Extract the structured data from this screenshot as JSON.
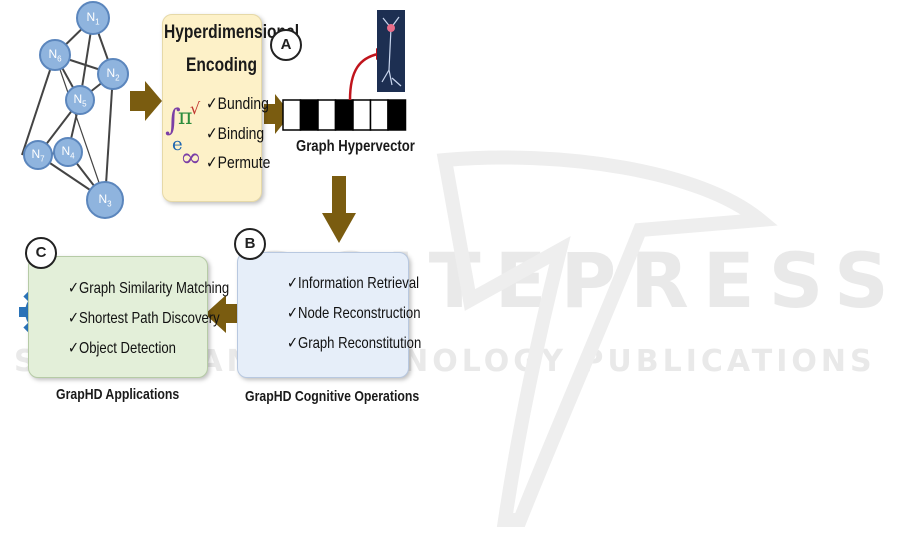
{
  "watermark": {
    "line1": "SCITEPRESS",
    "line2": "SCIENCE AND TECHNOLOGY PUBLICATIONS"
  },
  "graph": {
    "nodes": [
      "N1",
      "N2",
      "N3",
      "N4",
      "N5",
      "N6",
      "N7"
    ]
  },
  "encoding": {
    "title_line1": "Hyperdimensional",
    "title_line2": "Encoding",
    "items": [
      "✓Bunding",
      "✓Binding",
      "✓Permute"
    ]
  },
  "hypervector": {
    "label": "Graph Hypervector",
    "cells": [
      0,
      1,
      0,
      1,
      0,
      0,
      1
    ]
  },
  "cognitive": {
    "marker": "B",
    "items": [
      "✓Information Retrieval",
      "✓Node Reconstruction",
      "✓Graph Reconstitution"
    ],
    "caption": "GrapHD Cognitive Operations"
  },
  "applications": {
    "marker": "C",
    "items": [
      "✓Graph Similarity Matching",
      "✓Shortest Path Discovery",
      "✓Object Detection"
    ],
    "caption": "GrapHD Applications"
  },
  "markers": {
    "a": "A"
  },
  "colors": {
    "encoding_fill": "#fdf1c8",
    "cognitive_fill": "#e6eef9",
    "applications_fill": "#e3efd9",
    "arrow": "#7a5c10",
    "node_fill": "#8fb4de",
    "node_stroke": "#5b86bd",
    "gear": "#2a73b8"
  }
}
